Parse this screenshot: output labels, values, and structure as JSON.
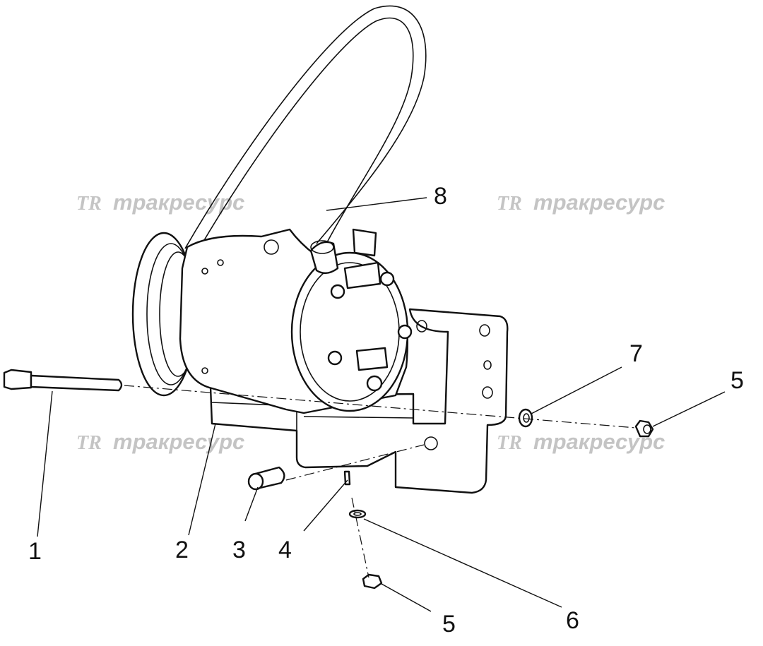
{
  "diagram": {
    "watermark": {
      "logo": "TR",
      "text": "тракресурс"
    },
    "callouts": [
      {
        "id": "1",
        "label": "1"
      },
      {
        "id": "2",
        "label": "2"
      },
      {
        "id": "3",
        "label": "3"
      },
      {
        "id": "4",
        "label": "4"
      },
      {
        "id": "5a",
        "label": "5"
      },
      {
        "id": "5b",
        "label": "5"
      },
      {
        "id": "6",
        "label": "6"
      },
      {
        "id": "7",
        "label": "7"
      },
      {
        "id": "8",
        "label": "8"
      }
    ],
    "colors": {
      "line": "#111111",
      "watermark": "#c4c4c4",
      "background": "#ffffff"
    }
  }
}
